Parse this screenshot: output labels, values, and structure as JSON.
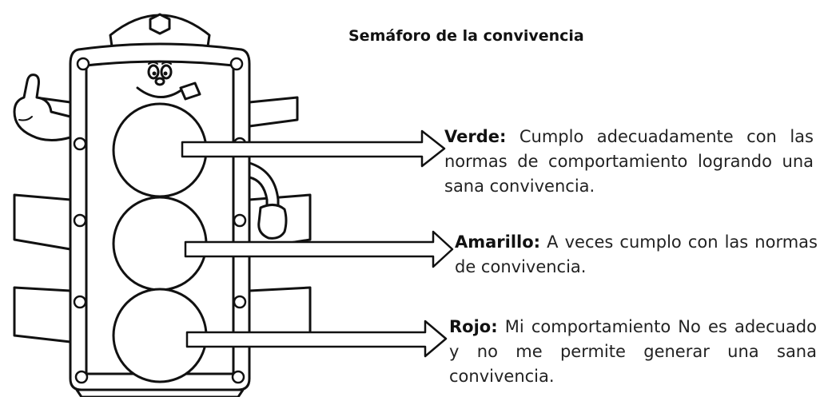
{
  "title": "Semáforo de la convivencia",
  "items": [
    {
      "term": "Verde:",
      "text": "Cumplo adecuadamente con las normas de comportamiento logrando una sana convivencia."
    },
    {
      "term": "Amarillo:",
      "text": "A veces cumplo con las normas de convivencia."
    },
    {
      "term": "Rojo:",
      "text": "Mi comportamiento No es adecuado y no me permite generar una sana convivencia."
    }
  ]
}
